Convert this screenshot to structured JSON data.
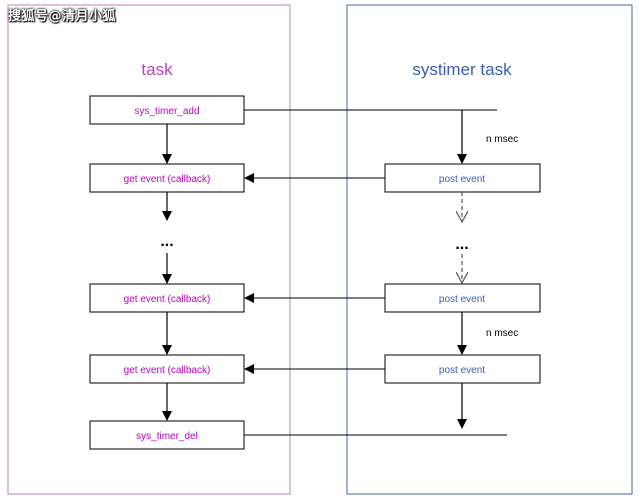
{
  "watermark": "搜狐号@清月小狐",
  "lanes": {
    "task": {
      "title": "task",
      "color": "#c040c0"
    },
    "systimer": {
      "title": "systimer task",
      "color": "#3a5db5"
    }
  },
  "task_boxes": [
    {
      "label": "sys_timer_add",
      "color": "#c000c0"
    },
    {
      "label": "get event (callback)",
      "color": "#c000c0"
    },
    {
      "label": "get event (callback)",
      "color": "#c000c0"
    },
    {
      "label": "get event (callback)",
      "color": "#c000c0"
    },
    {
      "label": "sys_timer_del",
      "color": "#c000c0"
    }
  ],
  "systimer_boxes": [
    {
      "label": "post event",
      "color": "#3a5db5"
    },
    {
      "label": "post event",
      "color": "#3a5db5"
    },
    {
      "label": "post event",
      "color": "#3a5db5"
    }
  ],
  "ellipsis": "...",
  "interval_labels": [
    "n msec",
    "n msec"
  ],
  "colors": {
    "line": "#000000",
    "dashed": "#555555"
  }
}
